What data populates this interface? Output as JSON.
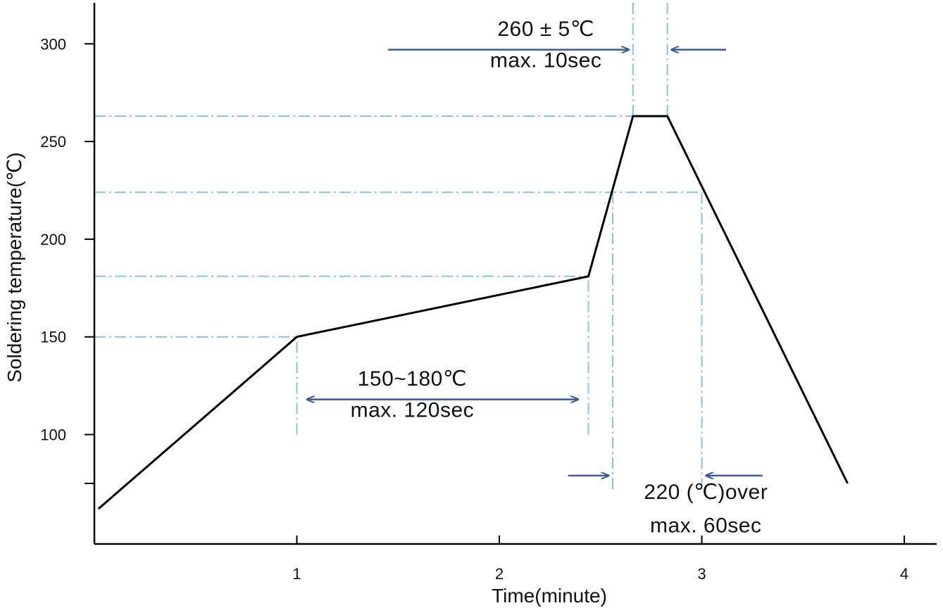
{
  "chart_data": {
    "type": "line",
    "title": "",
    "xlabel": "Time(minute)",
    "ylabel": "Soldering temperature(℃)",
    "xlim": [
      0,
      4.16
    ],
    "ylim": [
      44,
      321
    ],
    "grid": false,
    "x_ticks": [
      {
        "value": 1,
        "label": "1"
      },
      {
        "value": 2,
        "label": "2"
      },
      {
        "value": 3,
        "label": "3"
      },
      {
        "value": 4,
        "label": "4"
      }
    ],
    "y_ticks": [
      {
        "value": 75,
        "label": ""
      },
      {
        "value": 100,
        "label": "100"
      },
      {
        "value": 150,
        "label": "150"
      },
      {
        "value": 200,
        "label": "200"
      },
      {
        "value": 250,
        "label": "250"
      },
      {
        "value": 300,
        "label": "300"
      }
    ],
    "series": [
      {
        "points": [
          {
            "x": 0.02,
            "y": 62
          },
          {
            "x": 1.0,
            "y": 150
          },
          {
            "x": 2.44,
            "y": 181
          },
          {
            "x": 2.66,
            "y": 263
          },
          {
            "x": 2.83,
            "y": 263
          },
          {
            "x": 3.72,
            "y": 75
          }
        ]
      }
    ],
    "reference_lines": {
      "horizontal": [
        {
          "y": 150,
          "x_from": 0,
          "x_to": 1.0
        },
        {
          "y": 181,
          "x_from": 0,
          "x_to": 2.44
        },
        {
          "y": 224,
          "x_from": 0,
          "x_to": 3.0
        },
        {
          "y": 263,
          "x_from": 0,
          "x_to": 2.66
        }
      ],
      "vertical": [
        {
          "x": 1.0,
          "y_from": 100,
          "y_to": 150
        },
        {
          "x": 2.44,
          "y_from": 100,
          "y_to": 181
        },
        {
          "x": 2.56,
          "y_from": 72,
          "y_to": 224
        },
        {
          "x": 3.0,
          "y_from": 72,
          "y_to": 224
        },
        {
          "x": 2.66,
          "y_from": 263,
          "y_to": 321
        },
        {
          "x": 2.83,
          "y_from": 263,
          "y_to": 321
        }
      ]
    },
    "arrows": [
      {
        "x_from": 1.45,
        "x_to": 2.64,
        "y": 297,
        "heads": "end"
      },
      {
        "x_from": 3.12,
        "x_to": 2.85,
        "y": 297,
        "heads": "end"
      },
      {
        "x_from": 1.05,
        "x_to": 2.39,
        "y": 118,
        "heads": "both"
      },
      {
        "x_from": 2.34,
        "x_to": 2.54,
        "y": 79,
        "heads": "end"
      },
      {
        "x_from": 3.3,
        "x_to": 3.02,
        "y": 79,
        "heads": "end"
      }
    ],
    "annotations": [
      {
        "text": "260 ± 5℃",
        "x": 2.23,
        "y": 304
      },
      {
        "text": "max. 10sec",
        "x": 2.23,
        "y": 288
      },
      {
        "text": "150~180℃",
        "x": 1.57,
        "y": 125
      },
      {
        "text": "max. 120sec",
        "x": 1.57,
        "y": 109
      },
      {
        "text": "220 (℃)over",
        "x": 3.02,
        "y": 67
      },
      {
        "text": "max. 60sec",
        "x": 3.02,
        "y": 50
      }
    ],
    "colors": {
      "curve": "#000000",
      "reference": "#8ec2da",
      "arrow": "#3d5a8a",
      "axis": "#000000"
    }
  }
}
